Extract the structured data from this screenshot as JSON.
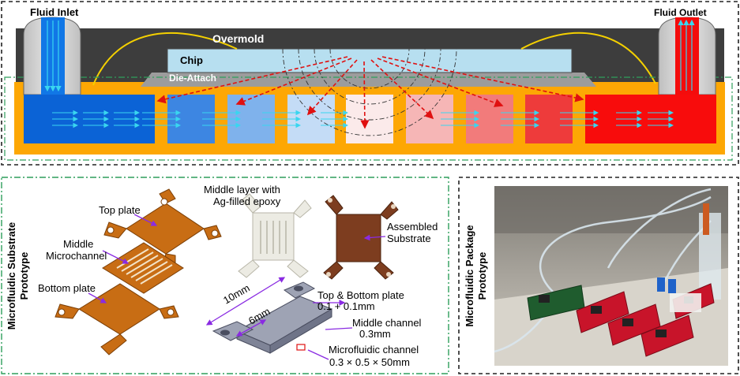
{
  "cross_section": {
    "fluid_inlet": "Fluid Inlet",
    "fluid_outlet": "Fluid Outlet",
    "overmold": "Overmold",
    "chip": "Chip",
    "die_attach": "Die-Attach",
    "channel_colors": [
      "#0b63d6",
      "#3d86e2",
      "#7fb2ec",
      "#c4dcf6",
      "#fbeaea",
      "#f6b6b6",
      "#f27b7b",
      "#ee3b3b",
      "#f80c0c"
    ]
  },
  "substrate_panel": {
    "side_title_line1": "Microfluidic Substrate",
    "side_title_line2": "Prototype",
    "top_plate": "Top plate",
    "middle_microchannel_line1": "Middle",
    "middle_microchannel_line2": "Microchannel",
    "bottom_plate": "Bottom plate",
    "middle_layer_line1": "Middle layer with",
    "middle_layer_line2": "Ag-filled epoxy",
    "assembled_line1": "Assembled",
    "assembled_line2": "Substrate",
    "dim_10mm": "10mm",
    "dim_6mm": "6mm",
    "top_bottom_line1": "Top & Bottom plate",
    "top_bottom_line2": "0.1 + 0.1mm",
    "middle_channel_line1": "Middle channel",
    "middle_channel_line2": "0.3mm",
    "micro_channel_line1": "Microfluidic channel",
    "micro_channel_line2": "0.3 × 0.5 × 50mm"
  },
  "package_panel": {
    "side_title_line1": "Microfluidic Package",
    "side_title_line2": "Prototype"
  }
}
